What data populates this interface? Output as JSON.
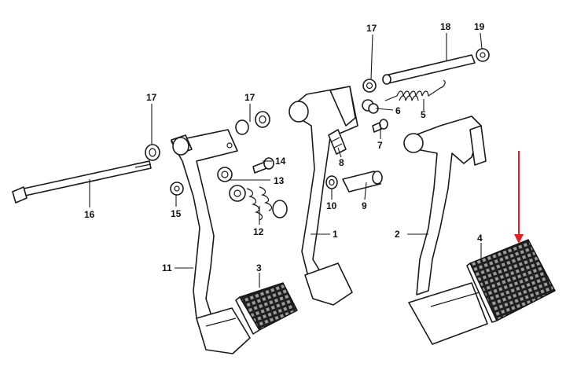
{
  "callouts": [
    {
      "label": "1"
    },
    {
      "label": "2"
    },
    {
      "label": "3"
    },
    {
      "label": "4"
    },
    {
      "label": "5"
    },
    {
      "label": "6"
    },
    {
      "label": "7"
    },
    {
      "label": "8"
    },
    {
      "label": "9"
    },
    {
      "label": "10"
    },
    {
      "label": "11"
    },
    {
      "label": "12"
    },
    {
      "label": "13"
    },
    {
      "label": "14"
    },
    {
      "label": "15"
    },
    {
      "label": "16"
    },
    {
      "label": "17"
    },
    {
      "label": "17"
    },
    {
      "label": "17"
    },
    {
      "label": "18"
    },
    {
      "label": "19"
    }
  ],
  "highlight_arrow": {
    "color": "#e02020",
    "points_to": "4"
  }
}
